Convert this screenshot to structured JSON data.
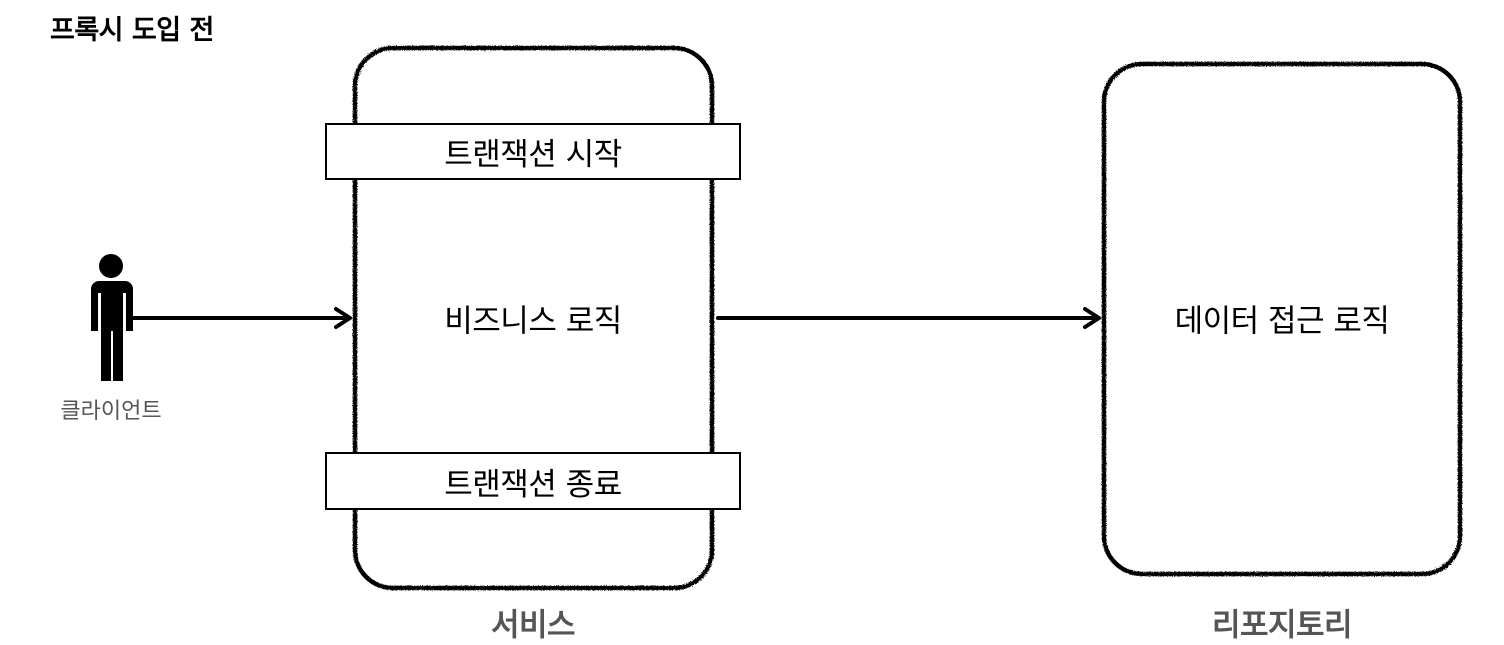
{
  "title": "프록시 도입 전",
  "client": {
    "label": "클라이언트",
    "icon": "person-icon"
  },
  "service": {
    "tx_start": "트랜잭션 시작",
    "business_logic": "비즈니스 로직",
    "tx_end": "트랜잭션 종료",
    "caption": "서비스"
  },
  "repository": {
    "data_access": "데이터 접근 로직",
    "caption": "리포지토리"
  },
  "colors": {
    "stroke": "#000000",
    "caption": "#555555",
    "background": "#ffffff"
  }
}
